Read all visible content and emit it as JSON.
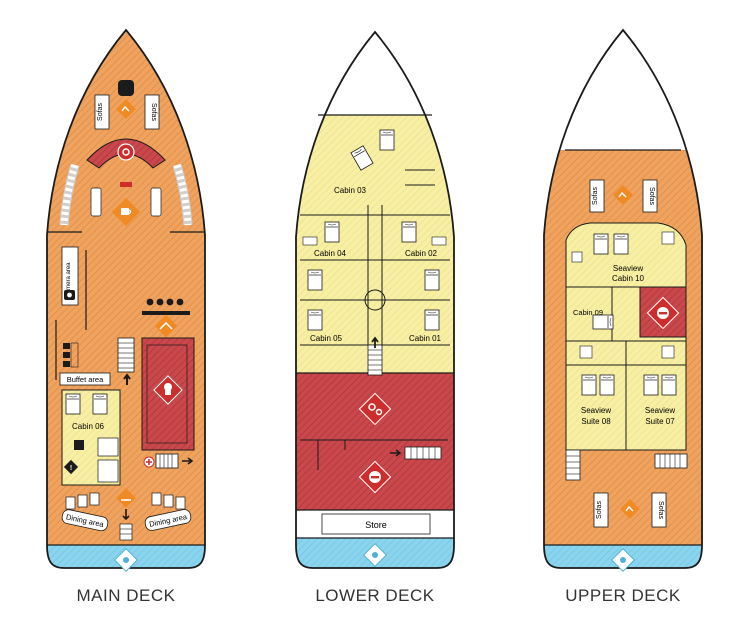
{
  "colors": {
    "orange": "#EFA35E",
    "yellow": "#F7EFA4",
    "red": "#C9484C",
    "water": "#8AD4EE",
    "icon_orange": "#F08A24",
    "icon_red": "#CC2E2E",
    "outline": "#1b1b1b"
  },
  "decks": [
    {
      "title": "MAIN DECK",
      "labels": {
        "sofas_left": "Sofas",
        "sofas_right": "Sofas",
        "camera_area": "Camera area",
        "buffet": "Buffet area",
        "cabin": "Cabin 06",
        "dining_left": "Dining area",
        "dining_right": "Dining area"
      }
    },
    {
      "title": "LOWER DECK",
      "labels": {
        "cabin_03": "Cabin 03",
        "cabin_04": "Cabin 04",
        "cabin_02": "Cabin 02",
        "cabin_05": "Cabin 05",
        "cabin_01": "Cabin 01",
        "store": "Store"
      }
    },
    {
      "title": "UPPER DECK",
      "labels": {
        "sofas_top_left": "Sofas",
        "sofas_top_right": "Sofas",
        "cabin_10_a": "Seaview",
        "cabin_10_b": "Cabin 10",
        "cabin_09": "Cabin 09",
        "suite_08_a": "Seaview",
        "suite_08_b": "Suite 08",
        "suite_07_a": "Seaview",
        "suite_07_b": "Suite 07",
        "sofas_bottom_left": "Sofas",
        "sofas_bottom_right": "Sofas"
      }
    }
  ]
}
